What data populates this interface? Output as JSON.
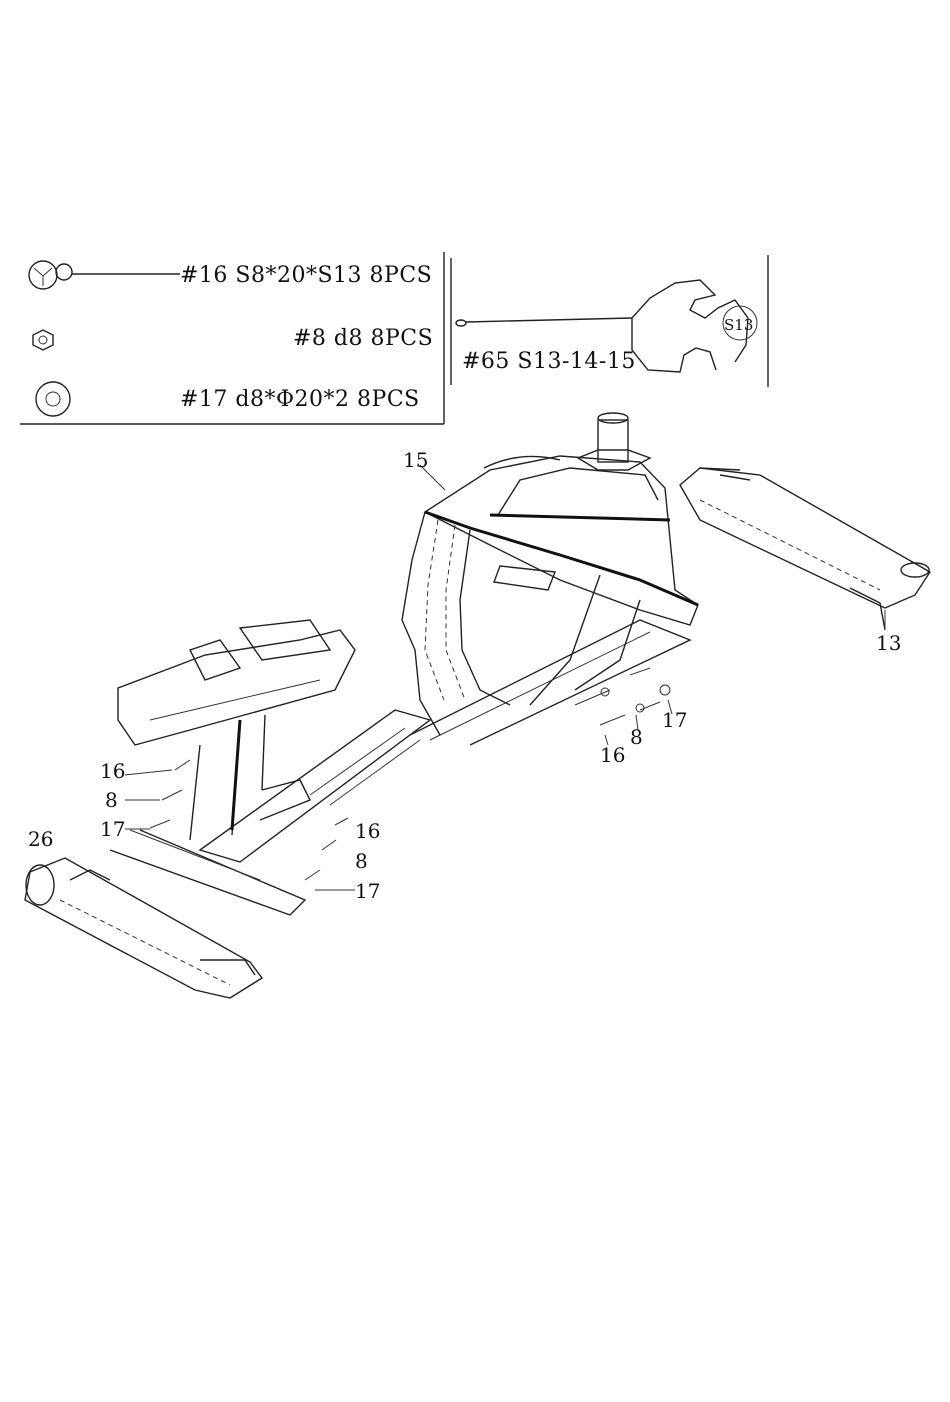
{
  "hardware": [
    {
      "icon": "bolt-icon",
      "text": "#16  S8*20*S13  8PCS"
    },
    {
      "icon": "nut-icon",
      "text": "#8  d8  8PCS"
    },
    {
      "icon": "washer-icon",
      "text": "#17  d8*Φ20*2  8PCS"
    }
  ],
  "tool": {
    "icon": "wrench-icon",
    "text": "#65  S13-14-15",
    "badge": "S13"
  },
  "callouts": {
    "console": "15",
    "rear_stabilizer": "13",
    "front_stabilizer": "26",
    "rear_bolt": "16",
    "rear_nut": "8",
    "rear_washer": "17",
    "left_bolt": "16",
    "left_nut": "8",
    "left_washer": "17",
    "right_bolt": "16",
    "right_nut": "8",
    "right_washer": "17"
  }
}
